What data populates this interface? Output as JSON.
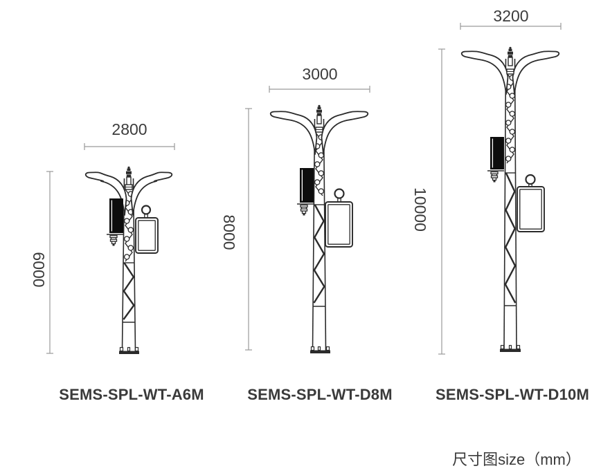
{
  "title": "尺寸图size（mm）",
  "poles": [
    {
      "model": "SEMS-SPL-WT-A6M",
      "width_mm": "2800",
      "height_mm": "6000"
    },
    {
      "model": "SEMS-SPL-WT-D8M",
      "width_mm": "3000",
      "height_mm": "8000"
    },
    {
      "model": "SEMS-SPL-WT-D10M",
      "width_mm": "3200",
      "height_mm": "10000"
    }
  ],
  "colors": {
    "ink": "#2b2b2b",
    "dim_line": "#9a9a9a",
    "text": "#3c3c3c",
    "device": "#0d0d0d",
    "background": "#ffffff"
  }
}
